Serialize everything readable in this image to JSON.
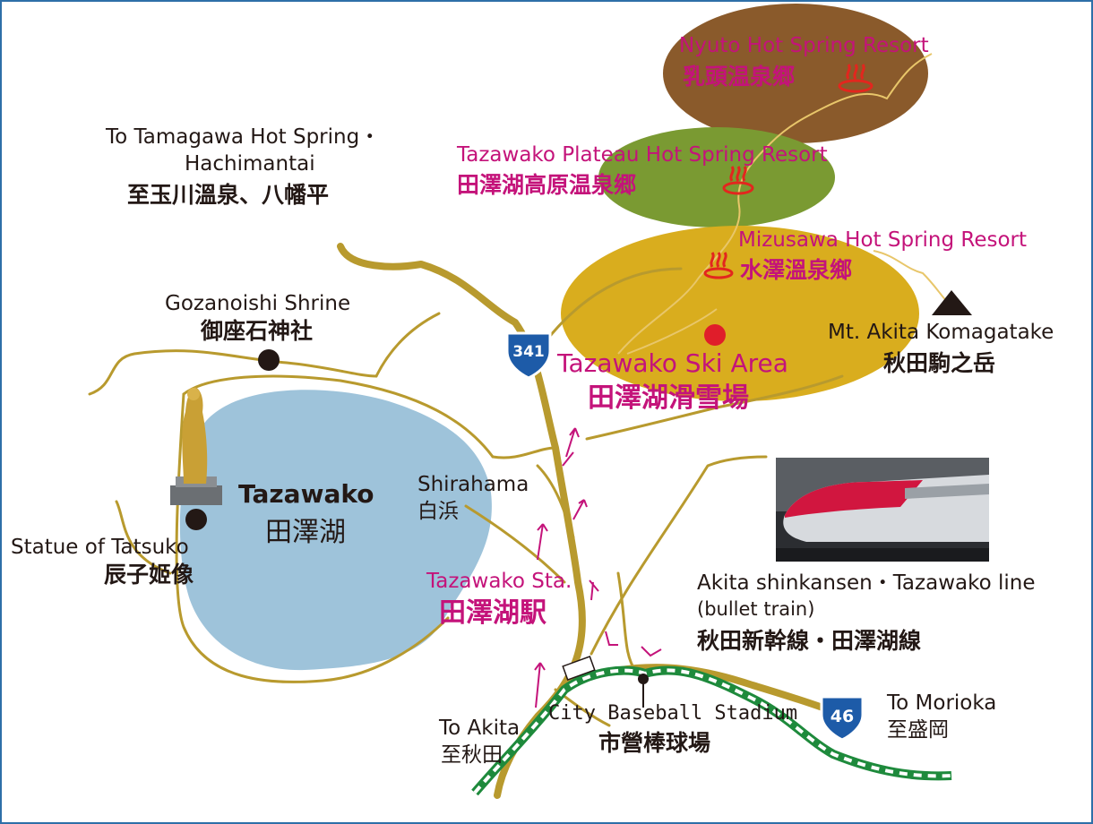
{
  "map": {
    "lake": {
      "name_en": "Tazawako",
      "name_ja": "田澤湖"
    },
    "places": {
      "nyuto": {
        "en": "Nyuto Hot Spring Resort",
        "ja": "乳頭温泉郷"
      },
      "plateau": {
        "en": "Tazawako Plateau Hot Spring Resort",
        "ja": "田澤湖高原温泉郷"
      },
      "mizusawa": {
        "en": "Mizusawa Hot Spring Resort",
        "ja": "水澤溫泉鄉"
      },
      "ski": {
        "en": "Tazawako Ski Area",
        "ja": "田澤湖滑雪場"
      },
      "komagatake": {
        "en": "Mt. Akita Komagatake",
        "ja": "秋田駒之岳"
      },
      "tamagawa": {
        "en_line1": "To Tamagawa Hot Spring・",
        "en_line2": "Hachimantai",
        "ja": "至玉川溫泉、八幡平"
      },
      "gozanoishi": {
        "en": "Gozanoishi Shrine",
        "ja": "御座石神社"
      },
      "tatsuko": {
        "en": "Statue of Tatsuko",
        "ja": "辰子姬像"
      },
      "shirahama": {
        "en": "Shirahama",
        "ja": "白浜"
      },
      "station": {
        "en": "Tazawako Sta.",
        "ja": "田澤湖駅"
      },
      "shinkansen": {
        "en_line1": "Akita shinkansen・Tazawako line",
        "en_line2": "(bullet train)",
        "ja": "秋田新幹線・田澤湖線"
      },
      "stadium": {
        "en": "City Baseball Stadium",
        "ja": "市營棒球場"
      },
      "akita": {
        "en": "To Akita",
        "ja": "至秋田"
      },
      "morioka": {
        "en": "To Morioka",
        "ja": "至盛岡"
      }
    },
    "routes": {
      "r341": "341",
      "r46": "46"
    },
    "colors": {
      "lake": "#9ec3da",
      "road": "#b89a2e",
      "nyuto_zone": "#8a5a2b",
      "plateau_zone": "#7a9a32",
      "ski_zone": "#d9ad1e",
      "magenta": "#c4137a",
      "rail": "#1e8a3c",
      "route_shield": "#1d5ba8"
    },
    "icons": [
      "hot-spring-icon",
      "mountain-peak-icon",
      "route-shield-icon",
      "location-dot-icon",
      "direction-arrow-icon"
    ]
  }
}
